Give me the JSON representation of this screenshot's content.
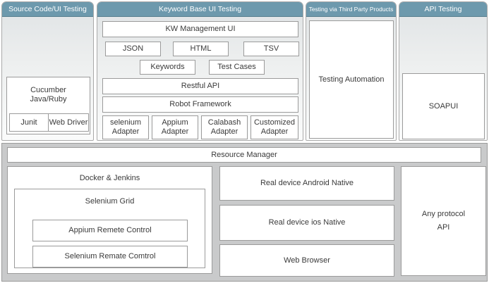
{
  "colors": {
    "header_bg": "#6d99ad",
    "header_text": "#ffffff",
    "box_bg": "#ffffff",
    "box_border": "#9b9b9b",
    "bottom_section_bg": "#c9cacb"
  },
  "top": {
    "source_code": {
      "header": "Source Code/UI Testing",
      "cucumber_lines": [
        "Cucumber",
        "Java/Ruby"
      ],
      "junit": "Junit",
      "web_driver": "Web Driver"
    },
    "keyword_base": {
      "header": "Keyword Base UI Testing",
      "kw_management": "KW Management UI",
      "formats": [
        "JSON",
        "HTML",
        "TSV"
      ],
      "artifacts": [
        "Keywords",
        "Test Cases"
      ],
      "restful_api": "Restful API",
      "robot_framework": "Robot Framework",
      "adapters": [
        "selenium Adapter",
        "Appium Adapter",
        "Calabash Adapter",
        "Customized Adapter"
      ]
    },
    "third_party": {
      "header": "Testing via Third Party Products",
      "box": "Testing Automation"
    },
    "api_testing": {
      "header": "API Testing",
      "box": "SOAPUI"
    }
  },
  "bottom": {
    "resource_manager": "Resource Manager",
    "docker_jenkins": "Docker & Jenkins",
    "selenium_grid": "Selenium Grid",
    "appium_remote": "Appium Remete Control",
    "selenium_remote": "Selenium Remate Comtrol",
    "devices": [
      "Real device Android Native",
      "Real device ios Native",
      "Web Browser"
    ],
    "any_protocol_lines": [
      "Any protocol",
      "API"
    ]
  }
}
